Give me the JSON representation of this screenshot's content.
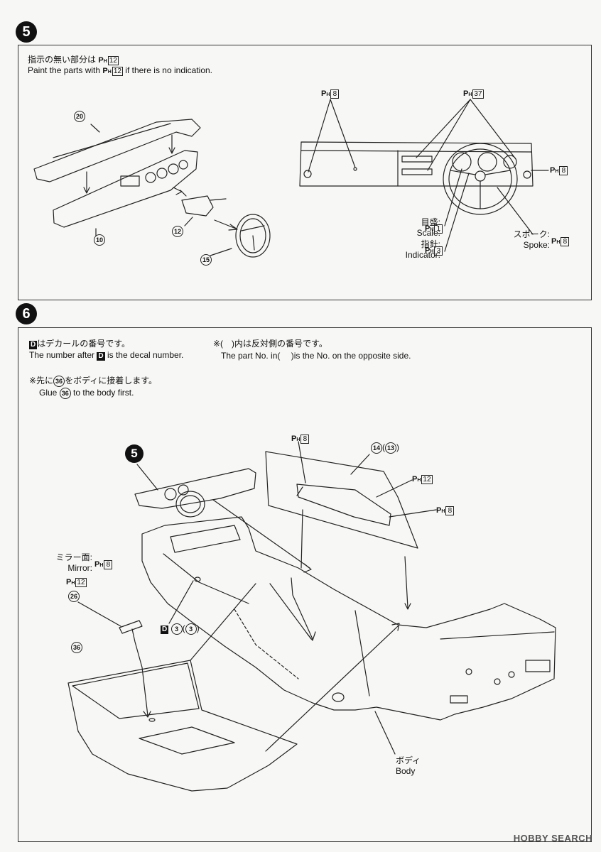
{
  "step5": {
    "number": "5",
    "note_jp": "指示の無い部分は",
    "note_en_a": "Paint the parts with",
    "note_en_b": "if there is no indication.",
    "ph_prefix": "P",
    "ph_sub": "H",
    "note_color": "12",
    "parts": {
      "p20": "20",
      "p10": "10",
      "p12": "12",
      "p15": "15"
    },
    "callout_8": "8",
    "callout_37": "37",
    "callout_8b": "8",
    "scale_jp": "目盛",
    "scale_en": "Scale",
    "scale_color": "1",
    "indicator_jp": "指針",
    "indicator_en": "Indicator",
    "indicator_color": "3",
    "spoke_jp": "スポーク",
    "spoke_en": "Spoke",
    "spoke_color": "8"
  },
  "step6": {
    "number": "6",
    "decal_jp": "はデカールの番号です。",
    "decal_en_a": "The number after",
    "decal_en_b": "is the decal number.",
    "decal_letter": "D",
    "opp_jp": "※(　)内は反対側の番号です。",
    "opp_en_a": "The part No. in(",
    "opp_en_b": ")is the No. on the opposite side.",
    "glue_jp_a": "※先に",
    "glue_jp_b": "をボディに接着します。",
    "glue_en_a": "Glue",
    "glue_en_b": "to the body first.",
    "glue_part": "36",
    "sub_step": "5",
    "door_ph": "8",
    "door_part": "14",
    "door_part_opp": "13",
    "door_ph12": "12",
    "door_ph8b": "8",
    "mirror_jp": "ミラー面",
    "mirror_en": "Mirror",
    "mirror_color": "8",
    "p26_color": "12",
    "p26": "26",
    "decal_num": "3",
    "decal_num_opp": "3",
    "p36": "36",
    "body_jp": "ボディ",
    "body_en": "Body"
  },
  "watermark": "HOBBY SEARCH"
}
